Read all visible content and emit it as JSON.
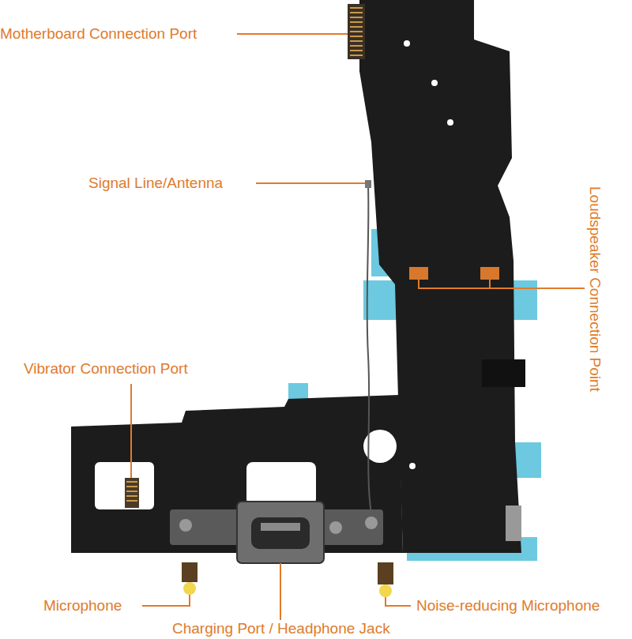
{
  "diagram": {
    "labels": [
      "Motherboard Connection Port",
      "Signal Line/Antenna",
      "Loudspeaker Connection Point",
      "Vibrator Connection Port",
      "Microphone",
      "Charging Port / Headphone Jack",
      "Noise-reducing Microphone"
    ]
  }
}
